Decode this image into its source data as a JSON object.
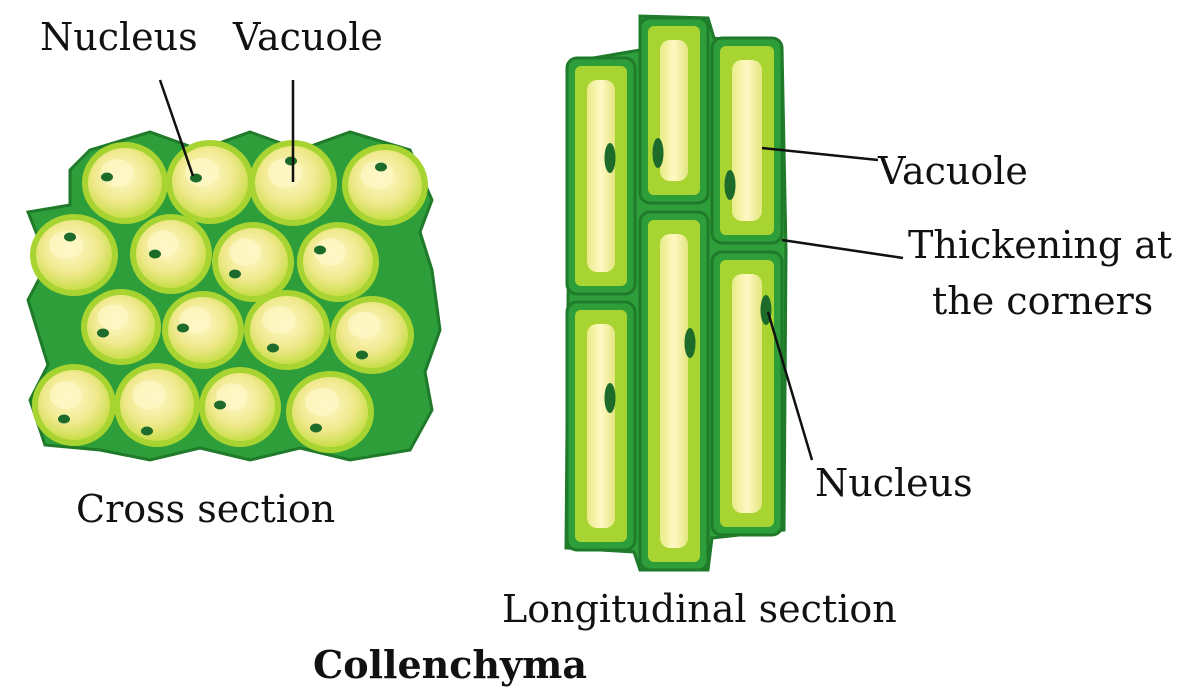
{
  "title": "Collenchyma",
  "cross_section": {
    "caption": "Cross section",
    "label_nucleus": "Nucleus",
    "label_vacuole": "Vacuole"
  },
  "longitudinal_section": {
    "caption": "Longitudinal section",
    "label_vacuole": "Vacuole",
    "label_thickening_line1": "Thickening at",
    "label_thickening_line2": "the corners",
    "label_nucleus": "Nucleus"
  },
  "colors": {
    "cell_wall_dark": "#2e9e3a",
    "cell_wall_outline": "#1f7a2a",
    "cytoplasm": "#a8d431",
    "vacuole": "#f3ec9c",
    "vacuole_highlight": "#fff8c8",
    "nucleus": "#1c6b2b"
  }
}
